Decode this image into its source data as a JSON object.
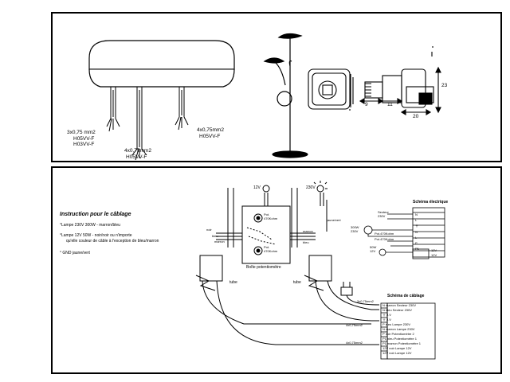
{
  "top": {
    "cable_labels": {
      "left_line1": "3x0,75 mm2",
      "left_line2": "H05VV-F",
      "left_line3": "H03VV-F",
      "mid_line1": "4x0,75mm2",
      "mid_line2": "H05VV-F",
      "right_line1": "4x0,75mm2",
      "right_line2": "H05VV-F"
    },
    "dimensions": {
      "width": "20",
      "height": "23",
      "d1": "9",
      "d2": "11"
    }
  },
  "bottom": {
    "instructions": {
      "title": "Instruction pour le câblage",
      "line1": "°Lampe 230V 300W - marron/bleu",
      "line2a": "°Lampe 12V 50W - noir/noir ou n'importe",
      "line2b": "qu'elle couleur de câble à l'exception de bleu/marron",
      "line3": "° GND  jaune/vert"
    },
    "lamp_12v": "12V",
    "lamp_230v": "230V",
    "box": {
      "pot1_label1": "Pot.",
      "pot1_label2": "470Kohm",
      "pot2_label1": "Pot.",
      "pot2_label2": "470Kohm",
      "title": "Boîte potentiomètre"
    },
    "wires_left": {
      "noir": "noir",
      "bleu": "bleu",
      "marron": "marron"
    },
    "wires_right": {
      "marron": "marron",
      "jaune": "jaune/vert",
      "bleu": "bleu"
    },
    "tube_left": "tube",
    "tube_right": "tube",
    "cable_a": "3x0,75mm2",
    "cable_b": "4x0,75mm2",
    "cable_c": "4x0,75mm2",
    "schema_elec": {
      "title": "Schéma électrique",
      "secteur1": "Secteur",
      "secteur2": "230V",
      "lamp300_1": "300W",
      "lamp300_2": "230V",
      "pot_a": "Pot.470Kohm",
      "pot_b": "Pot.470Kohm",
      "lamp50_1": "50W",
      "lamp50_2": "12V",
      "out_a": "12V",
      "out_b": "12V",
      "terminals": [
        "N",
        "L",
        "⏚",
        "N",
        "L",
        "P",
        "P1"
      ]
    },
    "schema_cablage": {
      "title": "Schéma de câblage",
      "rows": [
        "N  marron Secteur 230V",
        "N  bleu Secteur 230V",
        "⏚  J.V",
        "⏚  J.V",
        "P  bleu Lampe 230V",
        "N  marron Lampe 230V",
        "P  noir Potentiomètre 2",
        "P1 bleu Potentiomètre 1",
        "P1 marron Potentiomètre 1",
        "12V noir Lampe 12V",
        "12V noir Lampe 12V"
      ]
    }
  }
}
